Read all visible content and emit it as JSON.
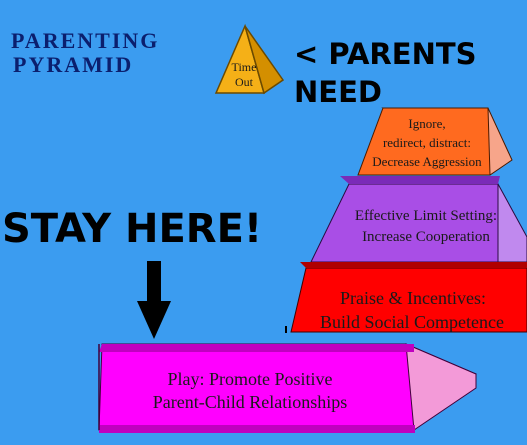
{
  "title": {
    "line1": "PARENTING",
    "line2": "PYRAMID"
  },
  "time_out": {
    "line1": "Time",
    "line2": "Out"
  },
  "parents_need": {
    "line1": "< PARENTS",
    "line2": "NEED"
  },
  "stay_here": "STAY HERE!",
  "tiers": [
    {
      "line1": "Play: Promote Positive",
      "line2": "Parent-Child Relationships",
      "color": "#ff00ff"
    },
    {
      "line1": "Praise & Incentives:",
      "line2": "Build Social Competence",
      "color": "#ff0000"
    },
    {
      "line1": "Effective Limit Setting:",
      "line2": "Increase Cooperation",
      "color": "#a94ee6"
    },
    {
      "line1": "Ignore,",
      "line2": "redirect, distract:",
      "line3": "Decrease Aggression",
      "color": "#ff6a1f"
    }
  ],
  "colors": {
    "background": "#3b9cf0",
    "title": "#0b1f6e",
    "time_out": "#f5b017"
  },
  "icons": [
    "down-arrow-icon"
  ]
}
